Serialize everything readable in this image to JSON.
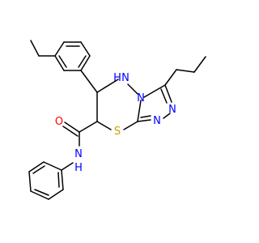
{
  "atoms": {
    "nh_label": "H",
    "nh_n": "N",
    "ring_n": "N",
    "triazole_n1": "N",
    "triazole_n2": "N",
    "sulfur": "S",
    "oxygen": "O",
    "amide_n": "N",
    "amide_h": "H"
  },
  "colors": {
    "bond": "#000000",
    "nitrogen": "#0000ff",
    "sulfur": "#c8a000",
    "oxygen": "#ff0000",
    "background": "#ffffff"
  }
}
